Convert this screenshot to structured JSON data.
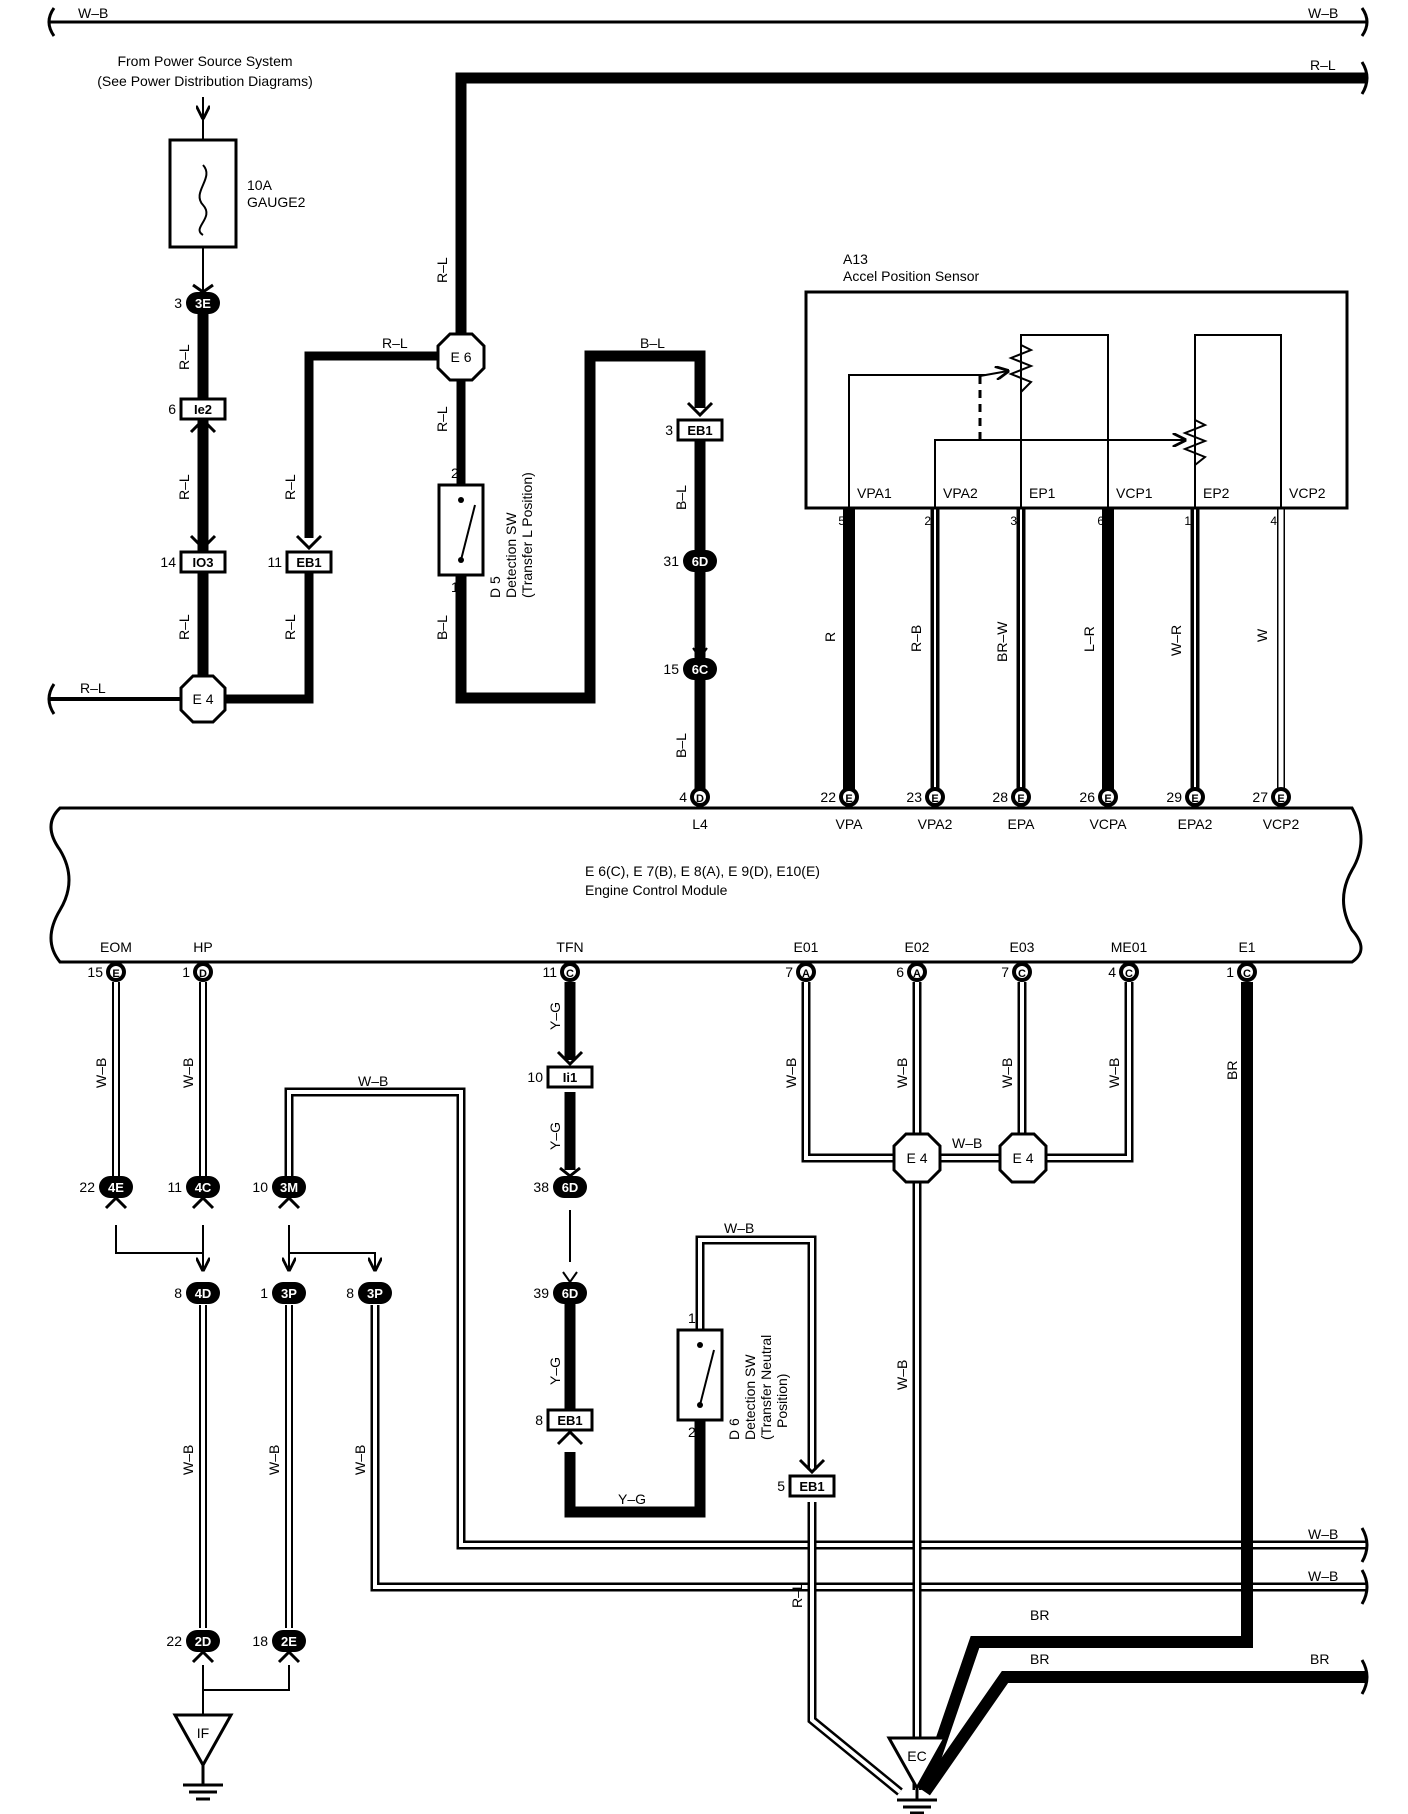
{
  "power": {
    "line1": "From Power Source System",
    "line2": "(See Power Distribution Diagrams)"
  },
  "fuse": {
    "rating": "10A",
    "name": "GAUGE2"
  },
  "sensor": {
    "id": "A13",
    "name": "Accel Position Sensor",
    "pins": [
      "VPA1",
      "VPA2",
      "EP1",
      "VCP1",
      "EP2",
      "VCP2"
    ],
    "pin_numbers": [
      "5",
      "2",
      "3",
      "6",
      "1",
      "4"
    ]
  },
  "ecm": {
    "connectors": "E 6(C), E 7(B), E 8(A), E 9(D), E10(E)",
    "name": "Engine Control Module"
  },
  "ecm_top_terminals": [
    {
      "num": "4",
      "conn": "D",
      "label": "L4"
    },
    {
      "num": "22",
      "conn": "E",
      "label": "VPA"
    },
    {
      "num": "23",
      "conn": "E",
      "label": "VPA2"
    },
    {
      "num": "28",
      "conn": "E",
      "label": "EPA"
    },
    {
      "num": "26",
      "conn": "E",
      "label": "VCPA"
    },
    {
      "num": "29",
      "conn": "E",
      "label": "EPA2"
    },
    {
      "num": "27",
      "conn": "E",
      "label": "VCP2"
    }
  ],
  "ecm_bottom_terminals": [
    {
      "num": "15",
      "conn": "E",
      "label": "EOM"
    },
    {
      "num": "1",
      "conn": "D",
      "label": "HP"
    },
    {
      "num": "11",
      "conn": "C",
      "label": "TFN"
    },
    {
      "num": "7",
      "conn": "A",
      "label": "E01"
    },
    {
      "num": "6",
      "conn": "A",
      "label": "E02"
    },
    {
      "num": "7",
      "conn": "C",
      "label": "E03"
    },
    {
      "num": "4",
      "conn": "C",
      "label": "ME01"
    },
    {
      "num": "1",
      "conn": "C",
      "label": "E1"
    }
  ],
  "switches": {
    "d5": {
      "id": "D 5",
      "name": "Detection SW",
      "desc": "(Transfer L Position)",
      "pin_top": "2",
      "pin_bottom": "1"
    },
    "d6": {
      "id": "D 6",
      "name": "Detection SW",
      "desc1": "(Transfer Neutral",
      "desc2": "Position)",
      "pin_top": "1",
      "pin_bottom": "2"
    }
  },
  "junctions": {
    "e6": "E 6",
    "e4_left": "E 4",
    "e4_a": "E 4",
    "e4_b": "E 4"
  },
  "grounds": {
    "left": "IF",
    "right": "EC"
  },
  "connectors": {
    "c3e": {
      "num": "3",
      "label": "3E"
    },
    "cie2": {
      "num": "6",
      "label": "Ie2"
    },
    "cio3": {
      "num": "14",
      "label": "IO3"
    },
    "ceb1a": {
      "num": "11",
      "label": "EB1"
    },
    "ceb1b": {
      "num": "3",
      "label": "EB1"
    },
    "c6d1": {
      "num": "31",
      "label": "6D"
    },
    "c6c": {
      "num": "15",
      "label": "6C"
    },
    "cii1": {
      "num": "10",
      "label": "Ii1"
    },
    "c6d2": {
      "num": "38",
      "label": "6D"
    },
    "c6d3": {
      "num": "39",
      "label": "6D"
    },
    "ceb1c": {
      "num": "8",
      "label": "EB1"
    },
    "ceb1d": {
      "num": "5",
      "label": "EB1"
    },
    "c4e": {
      "num": "22",
      "label": "4E"
    },
    "c4c": {
      "num": "11",
      "label": "4C"
    },
    "c3m": {
      "num": "10",
      "label": "3M"
    },
    "c4d": {
      "num": "8",
      "label": "4D"
    },
    "c3p1": {
      "num": "1",
      "label": "3P"
    },
    "c3p2": {
      "num": "8",
      "label": "3P"
    },
    "c2d": {
      "num": "22",
      "label": "2D"
    },
    "c2e": {
      "num": "18",
      "label": "2E"
    }
  },
  "wires": {
    "wb_top_l": "W–B",
    "wb_top_r": "W–B",
    "rl_top": "R–L",
    "rl_a": "R–L",
    "rl_b": "R–L",
    "rl_c": "R–L",
    "rl_d": "R–L",
    "rl_e": "R–L",
    "rl_f": "R–L",
    "rl_g": "R–L",
    "rl_h": "R–L",
    "rl_i": "R–L",
    "rl_left": "R–L",
    "bl_a": "B–L",
    "bl_b": "B–L",
    "bl_c": "B–L",
    "bl_d": "B–L",
    "s_r": "R",
    "s_rb": "R–B",
    "s_brw": "BR–W",
    "s_lr": "L–R",
    "s_wr": "W–R",
    "s_w": "W",
    "wb_1": "W–B",
    "wb_2": "W–B",
    "wb_3": "W–B",
    "wb_4": "W–B",
    "wb_5": "W–B",
    "wb_6": "W–B",
    "wb_7": "W–B",
    "wb_8": "W–B",
    "wb_9": "W–B",
    "wb_10": "W–B",
    "wb_11": "W–B",
    "wb_12": "W–B",
    "wb_13": "W–B",
    "wb_14": "W–B",
    "wb_15": "W–B",
    "br_1": "BR",
    "br_2": "BR",
    "br_3": "BR",
    "br_4": "BR",
    "yg_1": "Y–G",
    "yg_2": "Y–G",
    "yg_3": "Y–G",
    "yg_4": "Y–G"
  }
}
